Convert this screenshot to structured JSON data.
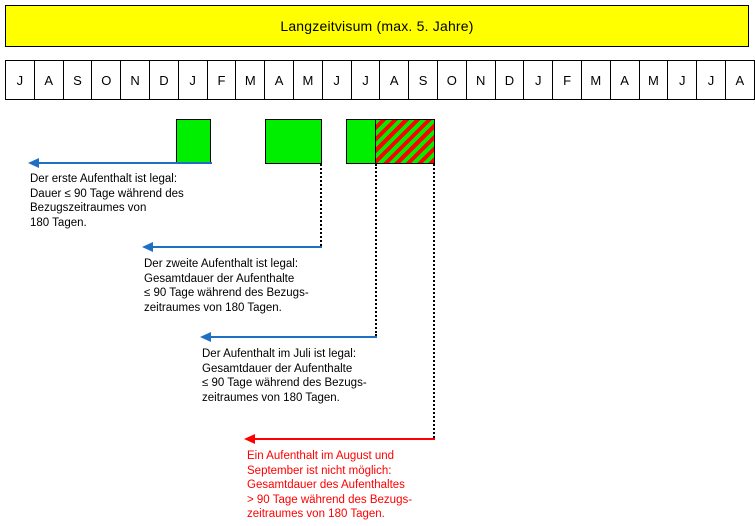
{
  "title_bar": {
    "label": "Langzeitvisum (max. 5. Jahre)",
    "background_color": "#ffff00",
    "text_color": "#000000"
  },
  "timeline": {
    "months": [
      "J",
      "A",
      "S",
      "O",
      "N",
      "D",
      "J",
      "F",
      "M",
      "A",
      "M",
      "J",
      "J",
      "A",
      "S",
      "O",
      "N",
      "D",
      "J",
      "F",
      "M",
      "A",
      "M",
      "J",
      "J",
      "A"
    ],
    "cell_count": 26
  },
  "stay_blocks": [
    {
      "id": "stay-1",
      "kind": "green",
      "months": [
        "J"
      ],
      "color": "#00ee00",
      "start_month_index": 6,
      "span": 1
    },
    {
      "id": "stay-2",
      "kind": "green",
      "months": [
        "A",
        "M"
      ],
      "color": "#00ee00",
      "start_month_index": 9,
      "span": 2
    },
    {
      "id": "stay-3",
      "kind": "green",
      "months": [
        "J"
      ],
      "color": "#00ee00",
      "start_month_index": 12,
      "span": 1
    },
    {
      "id": "stay-4",
      "kind": "hatched",
      "months": [
        "A",
        "S"
      ],
      "colors": [
        "#ff0000",
        "#00ee00"
      ],
      "start_month_index": 13,
      "span": 2
    }
  ],
  "annotations": [
    {
      "id": "annotation-1",
      "arrow_color": "#1f6fc4",
      "text_color": "#000000",
      "text": "Der erste Aufenthalt ist legal:\nDauer ≤ 90 Tage während des\nBezugszeitraumes von\n180 Tagen."
    },
    {
      "id": "annotation-2",
      "arrow_color": "#1f6fc4",
      "text_color": "#000000",
      "text": "Der zweite Aufenthalt ist legal:\nGesamtdauer der Aufenthalte\n≤ 90 Tage während des Bezugs-\nzeitraumes von 180 Tagen."
    },
    {
      "id": "annotation-3",
      "arrow_color": "#1f6fc4",
      "text_color": "#000000",
      "text": "Der Aufenthalt im Juli ist legal:\nGesamtdauer der Aufenthalte\n≤ 90 Tage während des Bezugs-\nzeitraumes von 180 Tagen."
    },
    {
      "id": "annotation-4",
      "arrow_color": "#ff0000",
      "text_color": "#ff0000",
      "text": "Ein Aufenthalt im August und\nSeptember ist nicht möglich:\nGesamtdauer des Aufenthaltes\n> 90 Tage während des Bezugs-\nzeitraumes von 180 Tagen."
    }
  ]
}
